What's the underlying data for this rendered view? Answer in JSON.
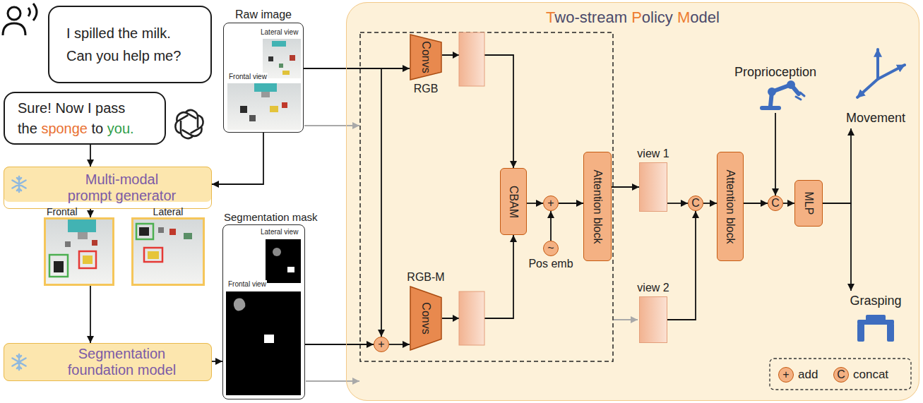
{
  "diagram": {
    "nodes": [
      {
        "text": [
          "I spilled the milk. Can you help me?"
        ]
      },
      {
        "text": [
          "Sure! Now I pass the sponge to you."
        ]
      },
      {
        "text": [
          "Raw image"
        ]
      },
      {
        "text": [
          "Multi-modal prompt generator"
        ]
      },
      {
        "text": [
          "Frontal"
        ]
      },
      {
        "text": [
          "Lateral"
        ]
      },
      {
        "text": [
          "Segmentation foundation model"
        ]
      },
      {
        "text": [
          "Segmentation mask"
        ]
      },
      {
        "text": [
          "Two-stream Policy Model"
        ]
      },
      {
        "text": [
          "Convs",
          "RGB"
        ],
        "in": 8
      },
      {
        "text": [
          "Convs",
          "RGB-M"
        ],
        "in": 8
      },
      {
        "text": [
          "+"
        ],
        "in": 8
      },
      {
        "text": [
          "CBAM"
        ],
        "in": 8
      },
      {
        "text": [
          "+"
        ],
        "in": 8
      },
      {
        "text": [
          "~",
          "Pos emb"
        ],
        "in": 8
      },
      {
        "text": [
          "Attention block"
        ],
        "in": 8
      },
      {
        "text": [
          "view 1"
        ],
        "in": 8
      },
      {
        "text": [
          "view 2"
        ],
        "in": 8
      },
      {
        "text": [
          "C"
        ],
        "in": 8
      },
      {
        "text": [
          "Attention block"
        ],
        "in": 8
      },
      {
        "text": [
          "Proprioception"
        ],
        "in": 8
      },
      {
        "text": [
          "C"
        ],
        "in": 8
      },
      {
        "text": [
          "MLP"
        ],
        "in": 8
      },
      {
        "text": [
          "Movement"
        ],
        "in": 8
      },
      {
        "text": [
          "Grasping"
        ],
        "in": 8
      }
    ],
    "edges": [
      {
        "from": 1,
        "to": 3,
        "arrow": "to"
      },
      {
        "from": 2,
        "to": 3,
        "arrow": "to"
      },
      {
        "from": 3,
        "to": 4,
        "arrow": "to"
      },
      {
        "from": 4,
        "to": 6,
        "arrow": "to"
      },
      {
        "from": 6,
        "to": 7,
        "arrow": "to"
      },
      {
        "from": 7,
        "to": 11,
        "arrow": "to"
      },
      {
        "from": 2,
        "to": 9,
        "arrow": "to"
      },
      {
        "from": 2,
        "to": 11,
        "arrow": "to"
      },
      {
        "from": 11,
        "to": 10,
        "arrow": "to"
      },
      {
        "from": 9,
        "to": 12,
        "arrow": "to"
      },
      {
        "from": 10,
        "to": 12,
        "arrow": "to"
      },
      {
        "from": 12,
        "to": 13,
        "arrow": "to"
      },
      {
        "from": 14,
        "to": 13,
        "arrow": "to"
      },
      {
        "from": 13,
        "to": 15,
        "arrow": "to"
      },
      {
        "from": 15,
        "to": 16,
        "arrow": "to"
      },
      {
        "from": 16,
        "to": 18,
        "arrow": "to"
      },
      {
        "from": 17,
        "to": 18,
        "arrow": "to"
      },
      {
        "from": 18,
        "to": 19,
        "arrow": "to"
      },
      {
        "from": 19,
        "to": 21,
        "arrow": "to"
      },
      {
        "from": 20,
        "to": 21,
        "arrow": "to"
      },
      {
        "from": 21,
        "to": 22,
        "arrow": "to"
      },
      {
        "from": 22,
        "to": 23,
        "arrow": "to"
      },
      {
        "from": 22,
        "to": 24,
        "arrow": "to"
      }
    ],
    "labels": [
      "Lateral view",
      "Frontal view",
      "Lateral view",
      "Frontal view",
      "+",
      "C"
    ],
    "legend": [
      {
        "text": "add"
      },
      {
        "text": "concat"
      }
    ]
  }
}
